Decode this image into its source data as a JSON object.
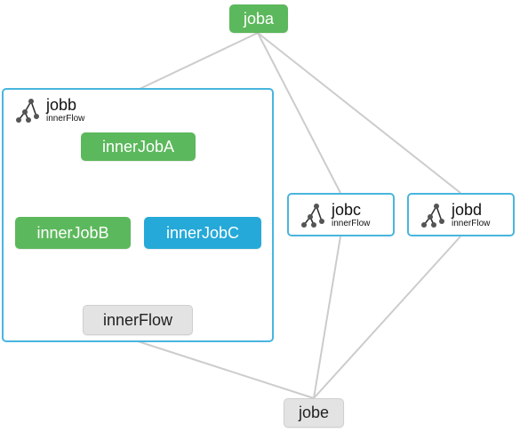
{
  "nodes": {
    "joba": "joba",
    "jobe": "jobe",
    "innerJobA": "innerJobA",
    "innerJobB": "innerJobB",
    "innerJobC": "innerJobC",
    "innerFlow": "innerFlow"
  },
  "flows": {
    "jobb": {
      "title": "jobb",
      "subtitle": "innerFlow",
      "icon": "flow-tree-icon"
    },
    "jobc": {
      "title": "jobc",
      "subtitle": "innerFlow",
      "icon": "flow-tree-icon"
    },
    "jobd": {
      "title": "jobd",
      "subtitle": "innerFlow",
      "icon": "flow-tree-icon"
    }
  },
  "colors": {
    "success": "#5cb85c",
    "running": "#25a9d8",
    "pending": "#e3e3e3",
    "flow_border": "#49b5de",
    "edge": "#cccccc"
  }
}
